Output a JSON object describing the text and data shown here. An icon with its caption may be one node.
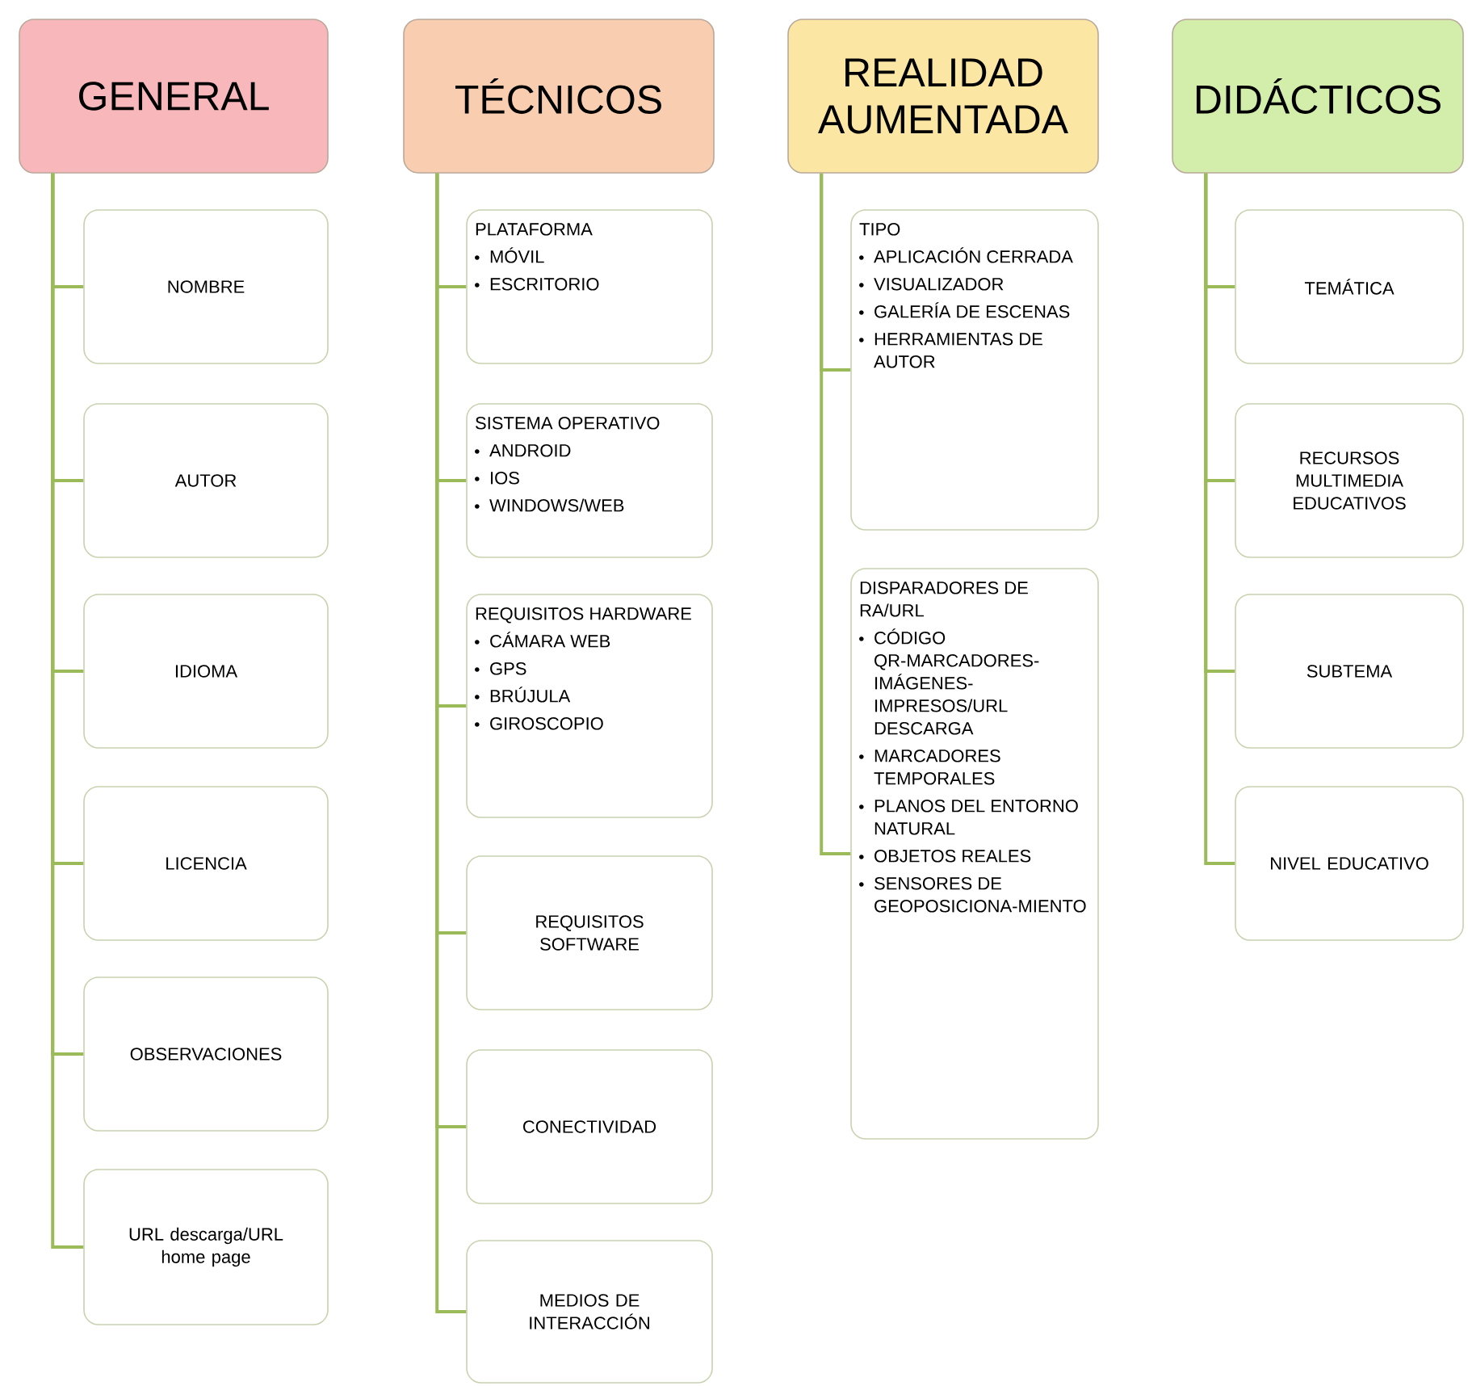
{
  "diagram": {
    "nodes": [
      {
        "text": [
          "GENERAL"
        ]
      },
      {
        "text": [
          "NOMBRE"
        ]
      },
      {
        "text": [
          "AUTOR"
        ]
      },
      {
        "text": [
          "IDIOMA"
        ]
      },
      {
        "text": [
          "LICENCIA"
        ]
      },
      {
        "text": [
          "OBSERVACIONES"
        ]
      },
      {
        "text": [
          "URL descarga/URL home page"
        ]
      },
      {
        "text": [
          "TÉCNICOS"
        ]
      },
      {
        "text": [
          "PLATAFORMA",
          "MÓVIL",
          "ESCRITORIO"
        ]
      },
      {
        "text": [
          "SISTEMA OPERATIVO",
          "ANDROID",
          "IOS",
          "WINDOWS/WEB"
        ]
      },
      {
        "text": [
          "REQUISITOS HARDWARE",
          "CÁMARA WEB",
          "GPS",
          "BRÚJULA",
          "GIROSCOPIO"
        ]
      },
      {
        "text": [
          "REQUISITOS SOFTWARE"
        ]
      },
      {
        "text": [
          "CONECTIVIDAD"
        ]
      },
      {
        "text": [
          "MEDIOS DE INTERACCIÓN"
        ]
      },
      {
        "text": [
          "REALIDAD AUMENTADA"
        ]
      },
      {
        "text": [
          "TIPO",
          "APLICACIÓN CERRADA",
          "VISUALIZADOR",
          "GALERÍA DE ESCENAS",
          "HERRAMIENTAS DE AUTOR"
        ]
      },
      {
        "text": [
          "DISPARADORES DE RA/URL",
          "CÓDIGO QR-MARCADORES-IMÁGENES-IMPRESOS/URL DESCARGA",
          "MARCADORES TEMPORALES",
          "PLANOS DEL ENTORNO NATURAL",
          "OBJETOS REALES",
          "SENSORES DE GEOPOSICIONA-MIENTO"
        ]
      },
      {
        "text": [
          "DIDÁCTICOS"
        ]
      },
      {
        "text": [
          "TEMÁTICA"
        ]
      },
      {
        "text": [
          "RECURSOS MULTIMEDIA EDUCATIVOS"
        ]
      },
      {
        "text": [
          "SUBTEMA"
        ]
      },
      {
        "text": [
          "NIVEL EDUCATIVO"
        ]
      }
    ],
    "edges": [
      {
        "from": 0,
        "to": 1,
        "arrow": "none"
      },
      {
        "from": 0,
        "to": 2,
        "arrow": "none"
      },
      {
        "from": 0,
        "to": 3,
        "arrow": "none"
      },
      {
        "from": 0,
        "to": 4,
        "arrow": "none"
      },
      {
        "from": 0,
        "to": 5,
        "arrow": "none"
      },
      {
        "from": 0,
        "to": 6,
        "arrow": "none"
      },
      {
        "from": 7,
        "to": 8,
        "arrow": "none"
      },
      {
        "from": 7,
        "to": 9,
        "arrow": "none"
      },
      {
        "from": 7,
        "to": 10,
        "arrow": "none"
      },
      {
        "from": 7,
        "to": 11,
        "arrow": "none"
      },
      {
        "from": 7,
        "to": 12,
        "arrow": "none"
      },
      {
        "from": 7,
        "to": 13,
        "arrow": "none"
      },
      {
        "from": 14,
        "to": 15,
        "arrow": "none"
      },
      {
        "from": 14,
        "to": 16,
        "arrow": "none"
      },
      {
        "from": 17,
        "to": 18,
        "arrow": "none"
      },
      {
        "from": 17,
        "to": 19,
        "arrow": "none"
      },
      {
        "from": 17,
        "to": 20,
        "arrow": "none"
      },
      {
        "from": 17,
        "to": 21,
        "arrow": "none"
      }
    ]
  }
}
